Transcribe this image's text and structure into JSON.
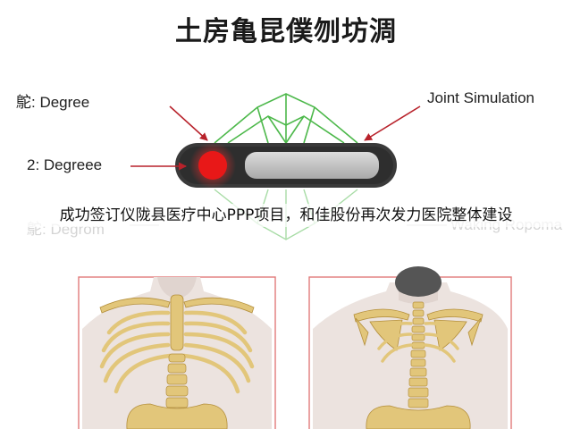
{
  "title": "土房亀昆僕刎坊淍",
  "labels": {
    "top_left": "鴕: Degree",
    "top_right": "Joint Simulation",
    "middle_left": "2: Degreee",
    "bottom_left_faded": "鴕: Degrom",
    "bottom_right_faded": "Waking Ropoma"
  },
  "caption": "成功签订仪陇县医疗中心PPP项目，和佳股份再次发力医院整体建设",
  "colors": {
    "arrow": "#b8222b",
    "wireframe": "#4cb84a",
    "indicator": "#e81818",
    "slot": "#3a3a3a",
    "bar": "#c4c4c4",
    "panel_border": "#e07a7a",
    "bone": "#e2c67a",
    "bone_dark": "#b48f3c",
    "skin": "#e9e0dc",
    "hair": "#555555"
  }
}
